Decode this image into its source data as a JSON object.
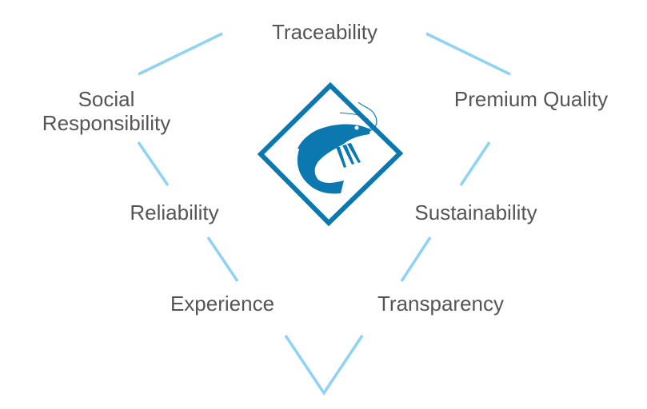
{
  "labels": {
    "traceability": "Traceability",
    "social_responsibility_line1": "Social",
    "social_responsibility_line2": "Responsibility",
    "premium_quality": "Premium Quality",
    "reliability": "Reliability",
    "sustainability": "Sustainability",
    "experience": "Experience",
    "transparency": "Transparency"
  },
  "colors": {
    "connector": "#8ed3f3",
    "logo": "#0b78b0",
    "text": "#555555"
  },
  "logo_icon": "shrimp-icon"
}
